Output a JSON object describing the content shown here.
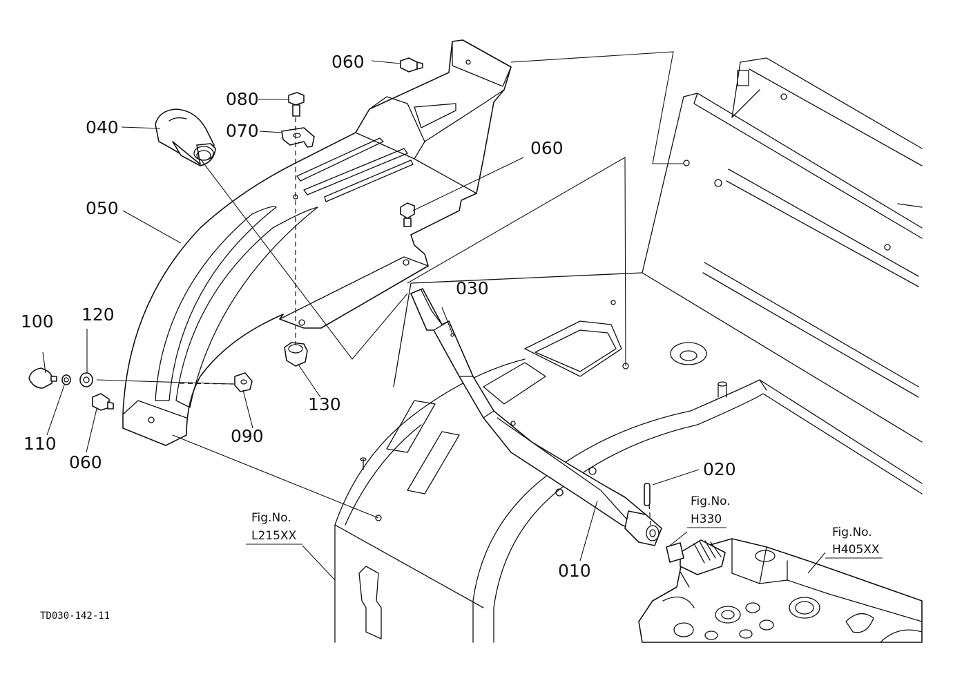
{
  "diagram": {
    "drawing_code": "TD030-142-11",
    "callouts": {
      "p010": "010",
      "p020": "020",
      "p030": "030",
      "p040": "040",
      "p050": "050",
      "p060_top": "060",
      "p060_mid": "060",
      "p060_low": "060",
      "p070": "070",
      "p080": "080",
      "p090": "090",
      "p100": "100",
      "p110": "110",
      "p120": "120",
      "p130": "130"
    },
    "figure_refs": {
      "l215": {
        "label": "Fig.No.",
        "number": "L215XX"
      },
      "h330": {
        "label": "Fig.No.",
        "number": "H330"
      },
      "h405": {
        "label": "Fig.No.",
        "number": "H405XX"
      }
    }
  }
}
